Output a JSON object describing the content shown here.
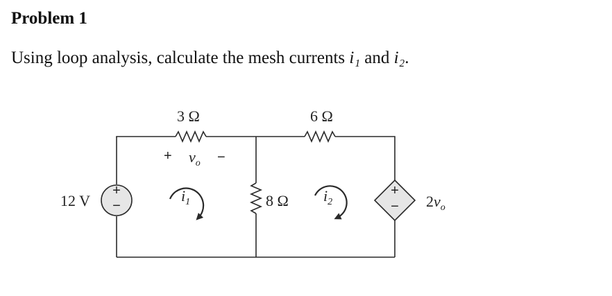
{
  "problem": {
    "title": "Problem 1",
    "text_before": "Using loop analysis, calculate the mesh currents ",
    "var_1": "i₁",
    "text_mid": " and ",
    "var_2": "i₂",
    "text_after": "."
  },
  "circuit": {
    "source_voltage": "12 V",
    "r1": "3 Ω",
    "r2": "6 Ω",
    "r3": "8 Ω",
    "vo_plus": "+",
    "vo_var": "v",
    "vo_sub": "o",
    "vo_minus": "−",
    "mesh1_var": "i",
    "mesh1_sub": "1",
    "mesh2_var": "i",
    "mesh2_sub": "2",
    "dep_coef": "2",
    "dep_var": "v",
    "dep_sub": "o",
    "plus_sign": "+",
    "minus_sign": "−"
  },
  "colors": {
    "wire": "#2a2a2a",
    "source_fill": "#e6e6e6",
    "text": "#111111"
  }
}
